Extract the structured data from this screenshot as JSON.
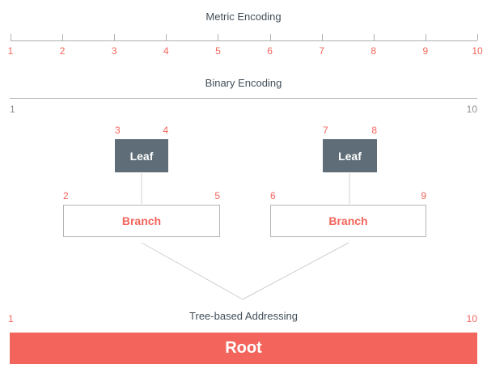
{
  "colors": {
    "accent": "#f3655c",
    "leaf_fill": "#5e6d77",
    "heading_text": "#414e58",
    "muted_number": "#8f8f8f",
    "line_gray": "#b0b0b0",
    "connector_gray": "#d0d0d0"
  },
  "metric_encoding": {
    "title": "Metric Encoding",
    "scale_numbers": [
      "1",
      "2",
      "3",
      "4",
      "5",
      "6",
      "7",
      "8",
      "9",
      "10"
    ]
  },
  "binary_encoding": {
    "title": "Binary Encoding",
    "start_number": "1",
    "end_number": "10"
  },
  "tree": {
    "leaves": [
      {
        "label": "Leaf",
        "start": "3",
        "end": "4"
      },
      {
        "label": "Leaf",
        "start": "7",
        "end": "8"
      }
    ],
    "branches": [
      {
        "label": "Branch",
        "start": "2",
        "end": "5"
      },
      {
        "label": "Branch",
        "start": "6",
        "end": "9"
      }
    ]
  },
  "tree_addressing": {
    "title": "Tree-based Addressing",
    "start_number": "1",
    "end_number": "10",
    "root_label": "Root"
  }
}
